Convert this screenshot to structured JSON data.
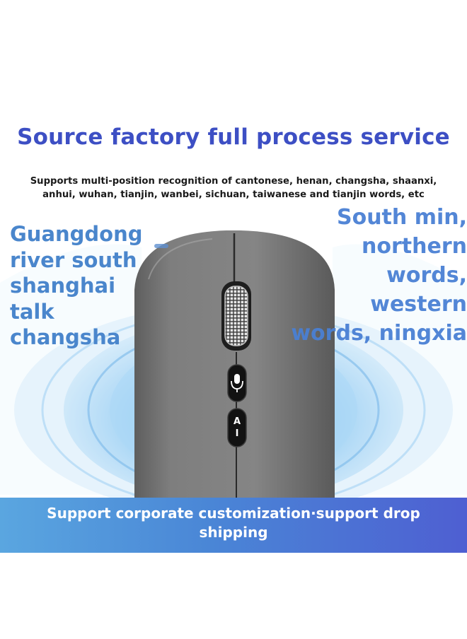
{
  "header": {
    "title": "Source factory full process service"
  },
  "subtitle": {
    "line1": "Supports multi-position recognition of cantonese, henan, changsha, shaanxi,",
    "line2": "anhui, wuhan, tianjin, wanbei, sichuan, taiwanese and tianjin words, etc"
  },
  "left_words": [
    "Guangdong",
    "river south",
    "shanghai",
    "talk",
    "changsha"
  ],
  "right_words": [
    "South min,",
    "northern",
    "words,",
    "western",
    "words, ningxia"
  ],
  "mouse": {
    "ai_label": "A\nI",
    "colors": {
      "body": "#7c7c7c",
      "glow": "#5cb0ee",
      "scroll": "#d0d0d0"
    }
  },
  "banner": {
    "line1": "Support corporate customization·support drop",
    "line2": "shipping"
  }
}
